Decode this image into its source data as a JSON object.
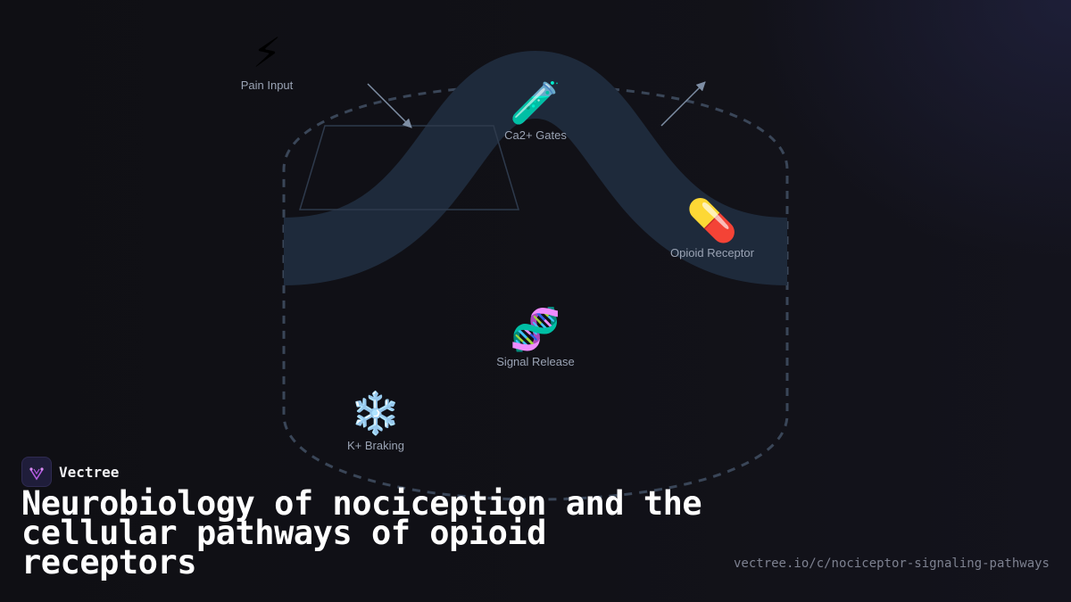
{
  "brand": {
    "name": "Vectree",
    "accent": "#b45be0"
  },
  "title": "Neurobiology of nociception and the cellular pathways of opioid receptors",
  "url": "vectree.io/c/nociceptor-signaling-pathways",
  "colors": {
    "background": "#101015",
    "band": "#1e2a3b",
    "outline": "#3a4658",
    "arrow": "#7e8ea4",
    "label": "#9aa3b4"
  },
  "nodes": [
    {
      "id": "pain-input",
      "icon": "lightning-icon",
      "glyph": "⚡",
      "label": "Pain Input"
    },
    {
      "id": "ca2-gates",
      "icon": "test-tube-icon",
      "glyph": "🧪",
      "label": "Ca2+ Gates"
    },
    {
      "id": "opioid-receptor",
      "icon": "pill-icon",
      "glyph": "💊",
      "label": "Opioid Receptor"
    },
    {
      "id": "signal-release",
      "icon": "dna-icon",
      "glyph": "🧬",
      "label": "Signal Release"
    },
    {
      "id": "k-braking",
      "icon": "snowflake-icon",
      "glyph": "❄️",
      "label": "K+ Braking"
    }
  ]
}
